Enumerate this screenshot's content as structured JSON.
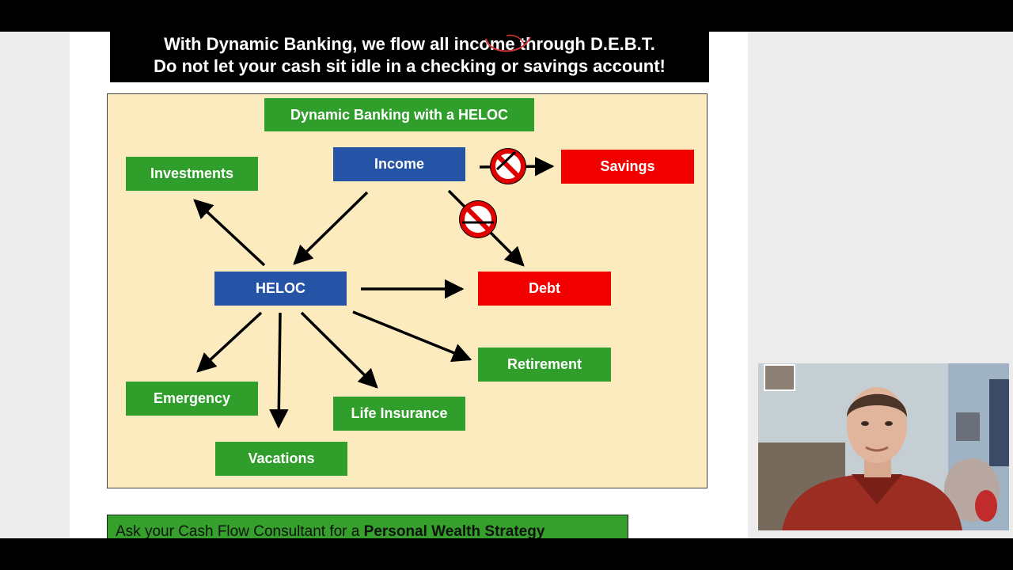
{
  "headline": {
    "line1": "With Dynamic Banking, we flow all income through D.E.B.T.",
    "line2": "Do not let your cash sit idle in a checking or savings account!"
  },
  "diagram": {
    "title": "Dynamic Banking with a HELOC",
    "nodes": {
      "income": "Income",
      "savings": "Savings",
      "investments": "Investments",
      "heloc": "HELOC",
      "debt": "Debt",
      "retirement": "Retirement",
      "emergency": "Emergency",
      "life_insurance": "Life Insurance",
      "vacations": "Vacations"
    },
    "colors": {
      "green": "#2f9e2a",
      "blue": "#2553a6",
      "red": "#f20000",
      "background": "#fdebc0"
    }
  },
  "cta": {
    "prefix": "Ask your Cash Flow Consultant for a ",
    "emphasis": "Personal Wealth Strategy"
  },
  "icons": [
    "no-symbol-icon",
    "arrow-icon"
  ]
}
